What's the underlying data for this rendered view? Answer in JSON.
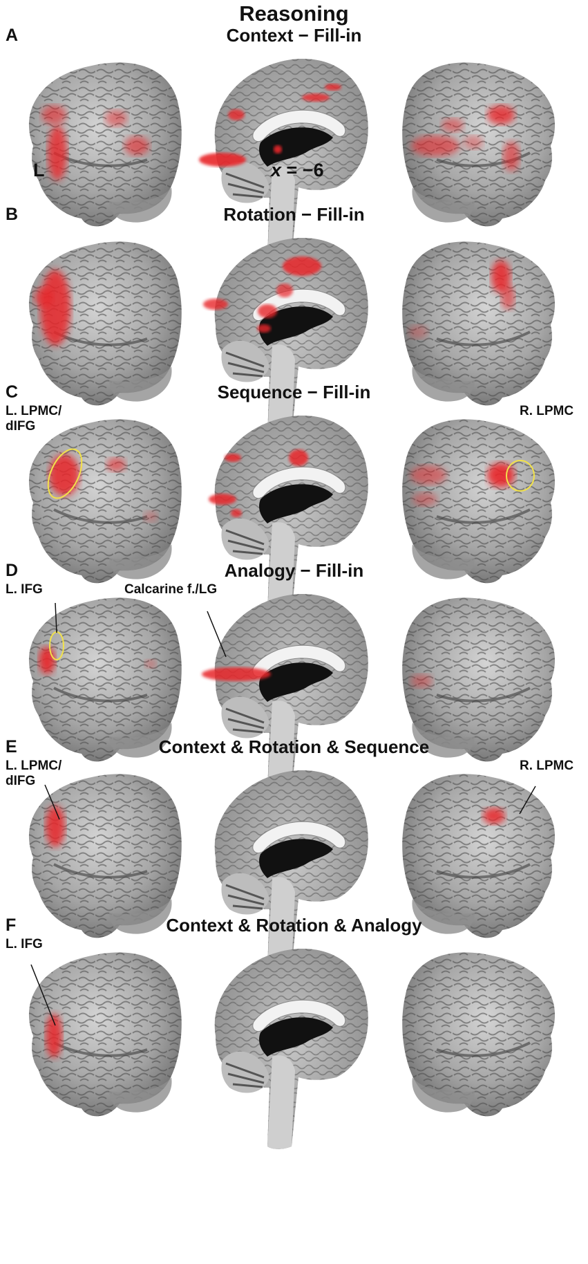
{
  "figure": {
    "title": "Reasoning",
    "panels": [
      {
        "letter": "A",
        "title": "Context − Fill-in",
        "left_labels": [
          "L"
        ],
        "medial_labels": [],
        "right_labels": [],
        "slice_label": {
          "prefix": "x",
          "value": " = −6"
        }
      },
      {
        "letter": "B",
        "title": "Rotation − Fill-in",
        "left_labels": [],
        "medial_labels": [],
        "right_labels": []
      },
      {
        "letter": "C",
        "title": "Sequence − Fill-in",
        "left_labels": [
          "L. LPMC/",
          "dIFG"
        ],
        "medial_labels": [],
        "right_labels": [
          "R. LPMC"
        ]
      },
      {
        "letter": "D",
        "title": "Analogy − Fill-in",
        "left_labels": [
          "L. IFG"
        ],
        "medial_labels": [
          "Calcarine f./LG"
        ],
        "right_labels": []
      },
      {
        "letter": "E",
        "title": "Context & Rotation & Sequence",
        "left_labels": [
          "L. LPMC/",
          "dIFG"
        ],
        "medial_labels": [],
        "right_labels": [
          "R. LPMC"
        ]
      },
      {
        "letter": "F",
        "title": "Context & Rotation & Analogy",
        "left_labels": [
          "L. IFG"
        ],
        "medial_labels": [],
        "right_labels": []
      }
    ]
  },
  "colors": {
    "activation": "#e8262a",
    "roi_outline": "#f2e24a",
    "brain_gray": "#9a9a9a"
  }
}
